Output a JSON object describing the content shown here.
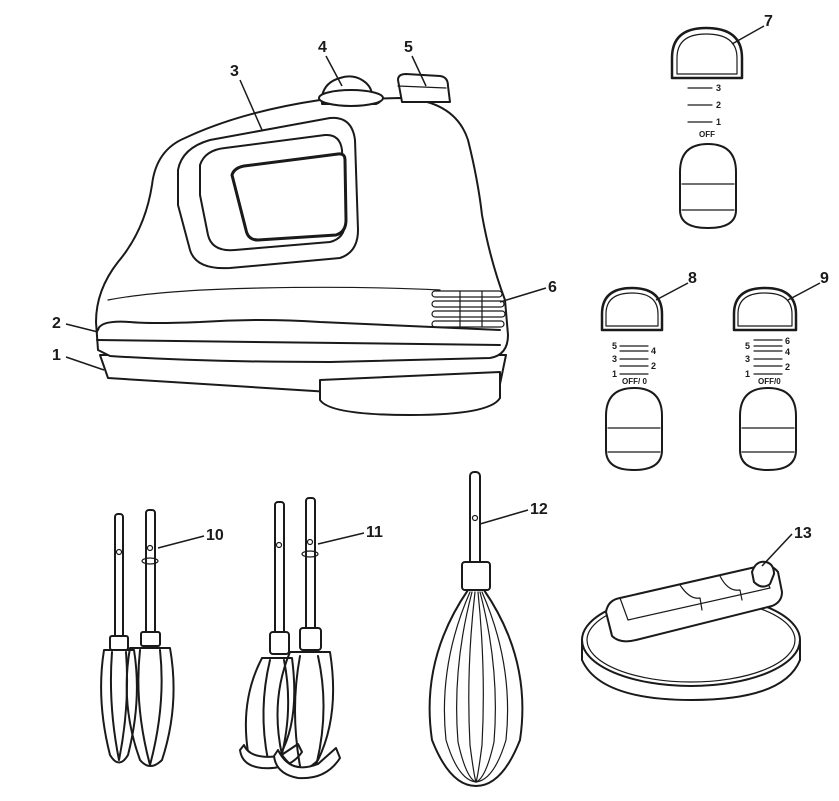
{
  "callouts": {
    "c1": "1",
    "c2": "2",
    "c3": "3",
    "c4": "4",
    "c5": "5",
    "c6": "6",
    "c7": "7",
    "c8": "8",
    "c9": "9",
    "c10": "10",
    "c11": "11",
    "c12": "12",
    "c13": "13"
  },
  "speed_dial_3": {
    "ticks": [
      "3",
      "2",
      "1"
    ],
    "off_label": "OFF"
  },
  "speed_dial_5": {
    "left_ticks": [
      "5",
      "3",
      "1"
    ],
    "right_ticks": [
      "4",
      "2"
    ],
    "off_label": "OFF/ 0"
  },
  "speed_dial_6": {
    "left_ticks": [
      "5",
      "3",
      "1"
    ],
    "right_ticks": [
      "6",
      "4",
      "2"
    ],
    "off_label": "OFF/0"
  }
}
